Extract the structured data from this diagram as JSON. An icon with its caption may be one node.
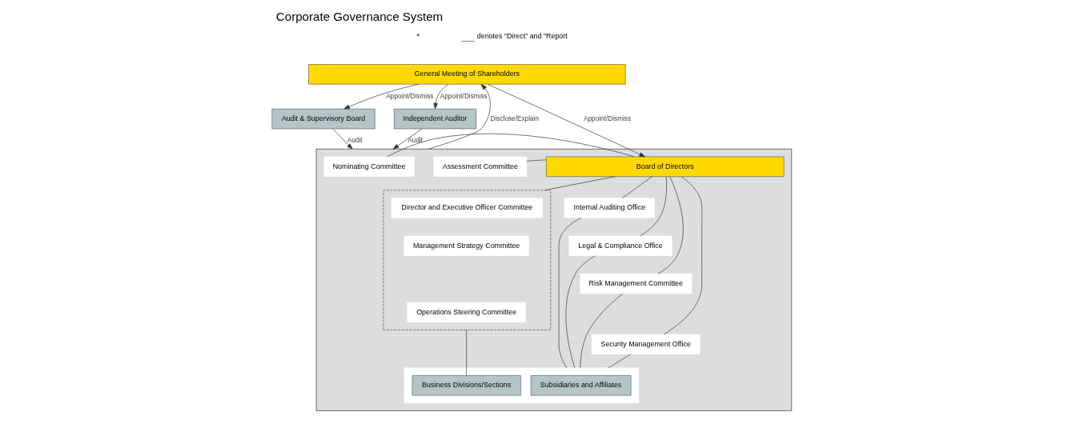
{
  "diagram": {
    "title": "Corporate Governance System",
    "nodes": [
      {
        "text": [
          "General Meeting of Shareholders"
        ]
      },
      {
        "text": [
          "Audit & Supervisory Board"
        ]
      },
      {
        "text": [
          "Independent Auditor"
        ]
      },
      {
        "text": [],
        "shape": "box"
      },
      {
        "text": [
          "Nominating Committee"
        ],
        "in": 3
      },
      {
        "text": [
          "Assessment Committee"
        ],
        "in": 3
      },
      {
        "text": [
          "Board of Directors"
        ],
        "in": 3
      },
      {
        "text": [],
        "shape": "box",
        "in": 3
      },
      {
        "text": [
          "Director and Executive Officer Committee"
        ],
        "in": 7
      },
      {
        "text": [
          "Management Strategy Committee"
        ],
        "in": 7
      },
      {
        "text": [
          "Operations Steering Committee"
        ],
        "in": 7
      },
      {
        "text": [
          "Internal Auditing Office"
        ],
        "in": 3
      },
      {
        "text": [
          "Legal & Compliance Office"
        ],
        "in": 3
      },
      {
        "text": [
          "Risk Management Committee"
        ],
        "in": 3
      },
      {
        "text": [
          "Security Management Office"
        ],
        "in": 3
      },
      {
        "text": [],
        "shape": "box",
        "in": 3
      },
      {
        "text": [
          "Business Divisions/Sections"
        ],
        "in": 15
      },
      {
        "text": [
          "Subsidiaries and Affiliates"
        ],
        "in": 15
      }
    ],
    "edges": [
      {
        "from": 3,
        "to": 0,
        "arrow": "to",
        "label": "Disclose/Explain"
      },
      {
        "from": 0,
        "to": 6,
        "arrow": "to",
        "label": "Appoint/Dismiss"
      },
      {
        "from": 0,
        "to": 1,
        "arrow": "to",
        "label": "Appoint/Dismiss"
      },
      {
        "from": 0,
        "to": 2,
        "arrow": "to",
        "label": "Appoint/Dismiss"
      },
      {
        "from": 1,
        "to": 3,
        "arrow": "to",
        "label": "Audit"
      },
      {
        "from": 2,
        "to": 3,
        "arrow": "to",
        "label": "Audit"
      },
      {
        "from": 4,
        "to": 6,
        "arrow": "none"
      },
      {
        "from": 5,
        "to": 6,
        "arrow": "none"
      },
      {
        "from": 6,
        "to": 7,
        "arrow": "none"
      },
      {
        "from": 7,
        "to": 16,
        "arrow": "none"
      },
      {
        "from": 6,
        "to": 11,
        "arrow": "none"
      },
      {
        "from": 6,
        "to": 12,
        "arrow": "none"
      },
      {
        "from": 6,
        "to": 13,
        "arrow": "none"
      },
      {
        "from": 6,
        "to": 14,
        "arrow": "none"
      },
      {
        "from": 11,
        "to": 15,
        "arrow": "none"
      },
      {
        "from": 12,
        "to": 15,
        "arrow": "none"
      },
      {
        "from": 13,
        "to": 15,
        "arrow": "none"
      },
      {
        "from": 14,
        "to": 15,
        "arrow": "none"
      }
    ],
    "labels": [
      "*"
    ],
    "legend": [
      {
        "text": "denotes “Direct” and “Report"
      }
    ]
  }
}
